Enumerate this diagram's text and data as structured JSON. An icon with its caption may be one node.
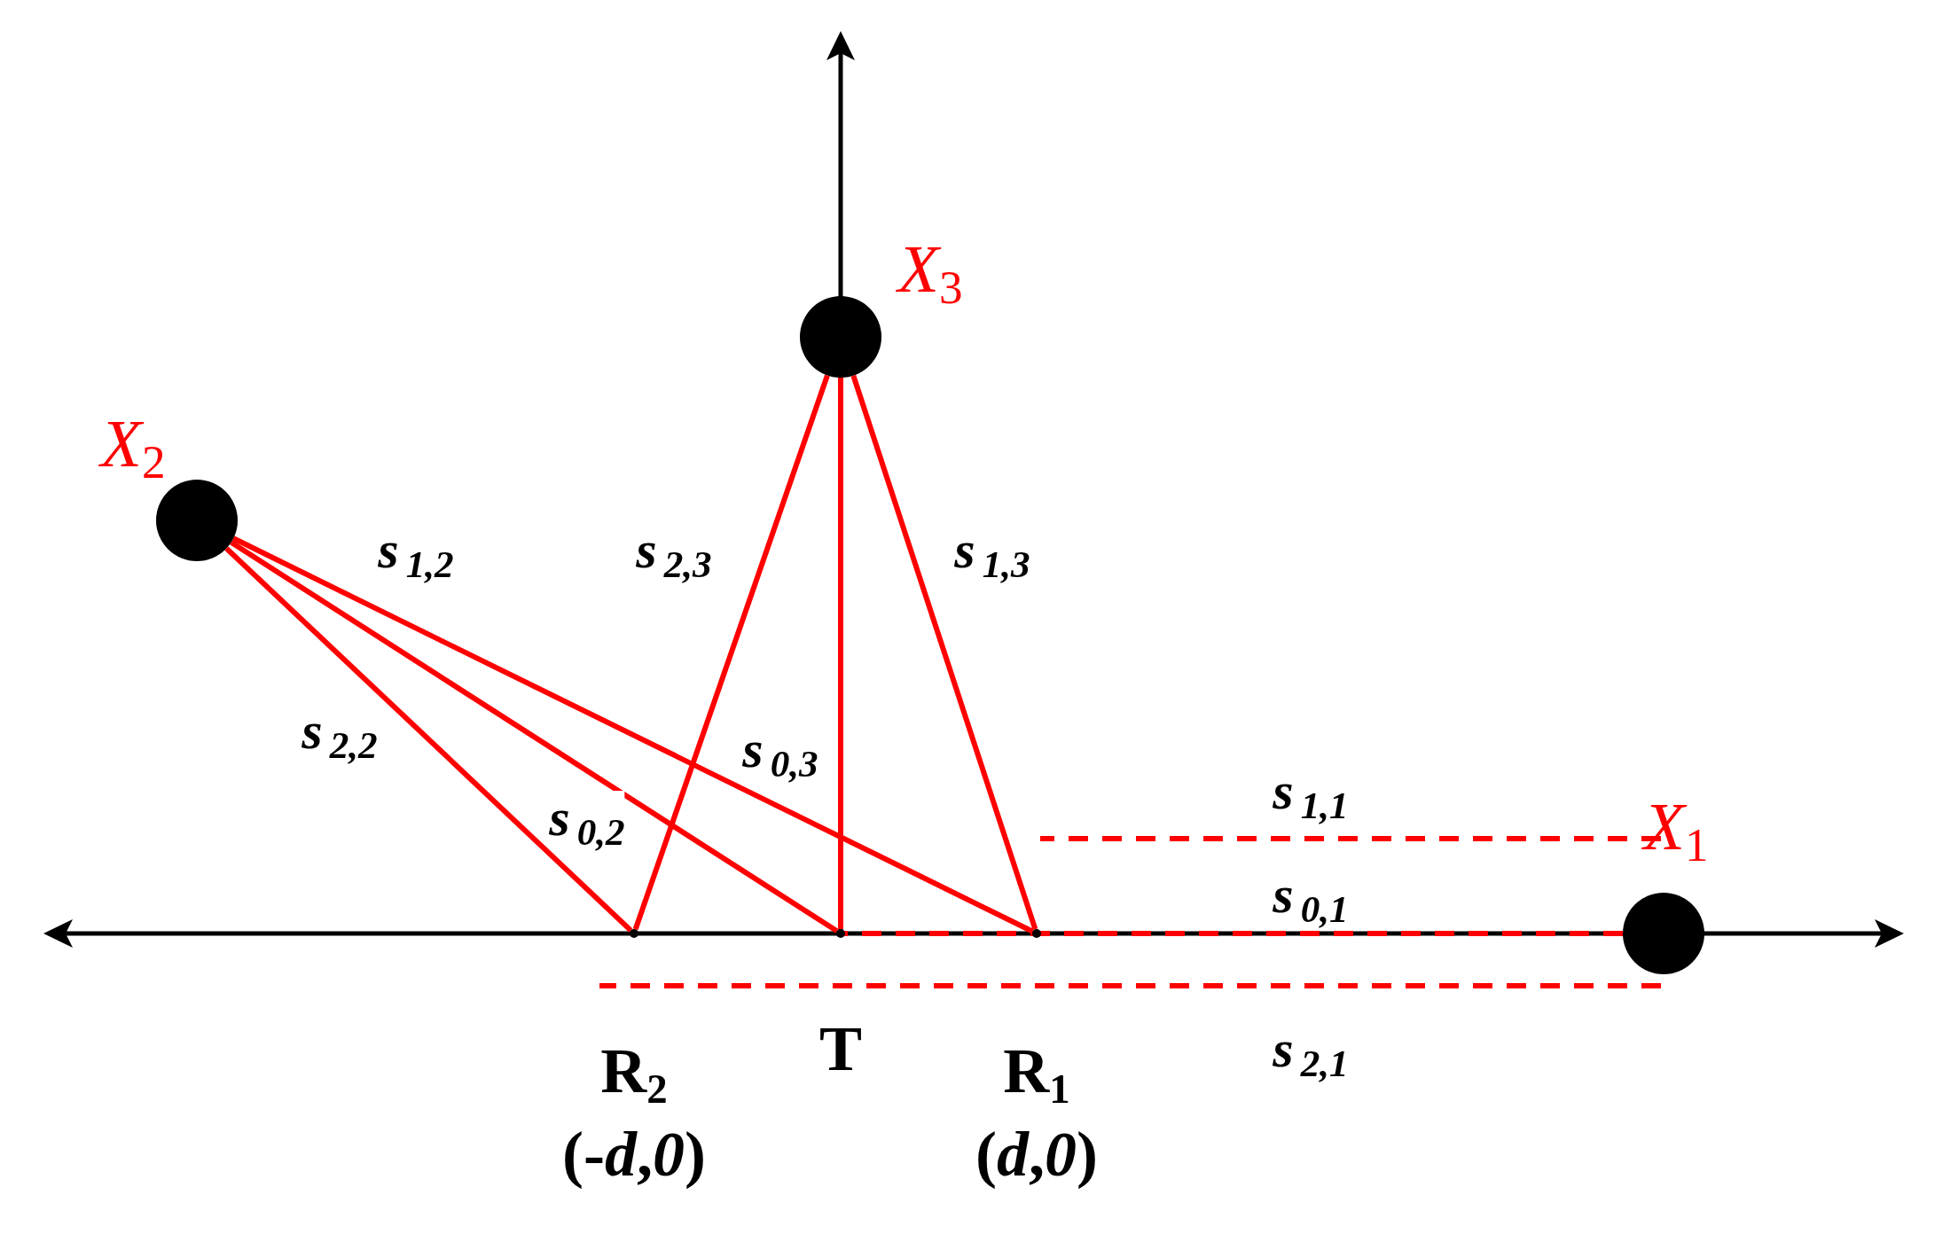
{
  "diagram": {
    "nodes": [
      {
        "text": [],
        "shape": "circle",
        "beside": [
          "X$_{3}$"
        ]
      },
      {
        "text": [],
        "shape": "circle",
        "beside": [
          "X$_{2}$"
        ]
      },
      {
        "text": [],
        "shape": "point",
        "beside": [
          "R$_{2}$",
          "(-*d*,*0*)"
        ]
      },
      {
        "text": [],
        "shape": "point",
        "beside": [
          "T"
        ]
      },
      {
        "text": [],
        "shape": "point",
        "beside": [
          "R$_{1}$",
          "(*d*,*0*)"
        ]
      },
      {
        "text": [],
        "shape": "circle",
        "beside": [
          "X$_{1}$"
        ]
      }
    ],
    "edges": [
      {
        "from": 1,
        "to": 2,
        "arrow": "none",
        "label": "s$_{2,2}$"
      },
      {
        "from": 1,
        "to": 3,
        "arrow": "none",
        "label": "s$_{0,2}$"
      },
      {
        "from": 1,
        "to": 4,
        "arrow": "none",
        "label": "s$_{1,2}$"
      },
      {
        "from": 0,
        "to": 2,
        "arrow": "none",
        "label": "s$_{2,3}$"
      },
      {
        "from": 0,
        "to": 3,
        "arrow": "none",
        "label": "s$_{0,3}$"
      },
      {
        "from": 0,
        "to": 4,
        "arrow": "none",
        "label": "s$_{1,3}$"
      },
      {
        "from": 5,
        "to": 4,
        "arrow": "none",
        "label": "s$_{1,1}$",
        "style": "dashed"
      },
      {
        "from": 5,
        "to": 3,
        "arrow": "none",
        "label": "s$_{0,1}$",
        "style": "dashed"
      },
      {
        "from": 5,
        "to": 2,
        "arrow": "none",
        "label": "s$_{2,1}$",
        "style": "dashed"
      }
    ]
  }
}
